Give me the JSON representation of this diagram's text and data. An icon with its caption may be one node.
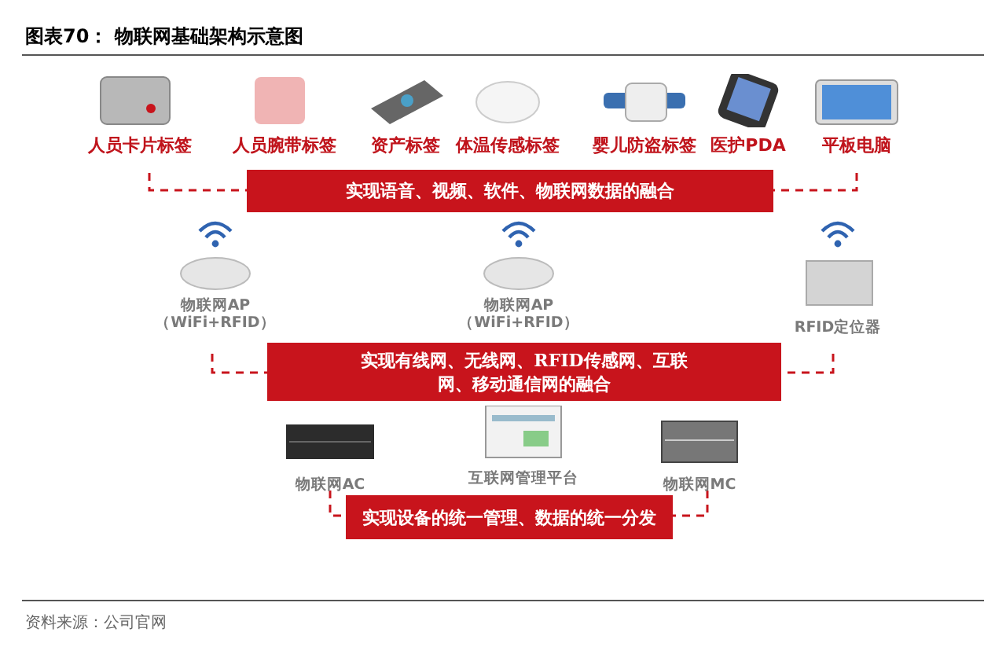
{
  "diagram": {
    "title": "图表70：  物联网基础架构示意图",
    "caption": "资料来源：公司官网",
    "nodes": [
      {
        "text": [
          "人员卡片标签"
        ]
      },
      {
        "text": [
          "人员腕带标签"
        ]
      },
      {
        "text": [
          "资产标签"
        ]
      },
      {
        "text": [
          "体温传感标签"
        ]
      },
      {
        "text": [
          "婴儿防盗标签"
        ]
      },
      {
        "text": [
          "医护PDA"
        ]
      },
      {
        "text": [
          "平板电脑"
        ]
      },
      {
        "text": [
          "实现语音、视频、软件、物联网数据的融合"
        ]
      },
      {
        "text": [
          "物联网AP （WiFi+RFID）"
        ]
      },
      {
        "text": [
          "物联网AP （WiFi+RFID）"
        ]
      },
      {
        "text": [
          "RFID定位器"
        ]
      },
      {
        "text": [
          "实现有线网、无线网、RFID传感网、互联网、移动通信网的融合"
        ]
      },
      {
        "text": [
          "物联网AC"
        ]
      },
      {
        "text": [
          "互联网管理平台"
        ]
      },
      {
        "text": [
          "物联网MC"
        ]
      },
      {
        "text": [
          "实现设备的统一管理、数据的统一分发"
        ]
      }
    ],
    "edges": []
  }
}
